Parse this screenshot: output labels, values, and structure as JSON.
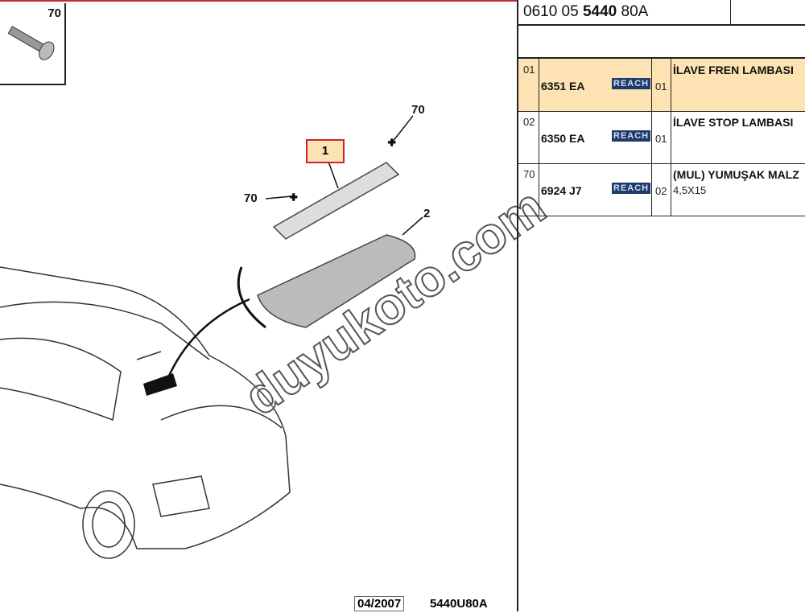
{
  "diagram": {
    "thumbnail_label": "70",
    "callouts": {
      "part1": "1",
      "part2": "2",
      "screw_right": "70",
      "screw_left": "70"
    },
    "footer_date": "04/2007",
    "footer_code": "5440U80A",
    "watermark": "duyukoto.com"
  },
  "table": {
    "code_prefix": "0610 05 ",
    "code_bold": "5440",
    "code_suffix": " 80A",
    "rows": [
      {
        "ref": "01",
        "part_no": "6351 EA",
        "badge": "REACH",
        "qty": "01",
        "desc": "İLAVE FREN LAMBASI",
        "desc2": "",
        "selected": true
      },
      {
        "ref": "02",
        "part_no": "6350 EA",
        "badge": "REACH",
        "qty": "01",
        "desc": "İLAVE STOP LAMBASI",
        "desc2": ""
      },
      {
        "ref": "70",
        "part_no": "6924 J7",
        "badge": "REACH",
        "qty": "02",
        "desc": "(MUL) YUMUŞAK MALZ",
        "desc2": "4,5X15"
      }
    ]
  }
}
